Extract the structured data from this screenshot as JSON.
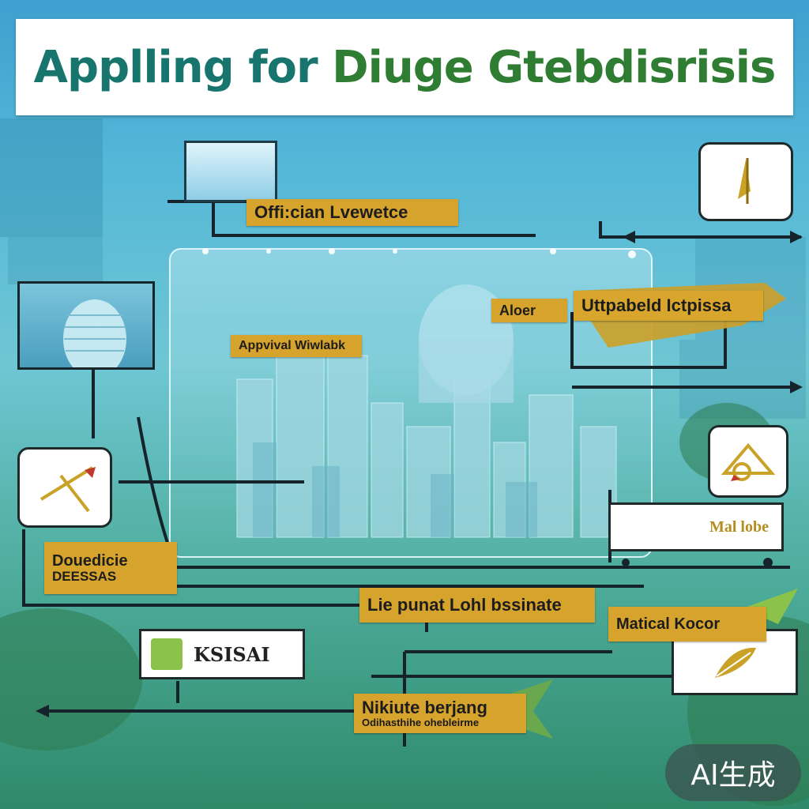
{
  "title": "Applling for ",
  "title_highlight": "Diuge Gtebdisrisis",
  "labels": {
    "official_lvewetce": "Offi:cian Lvewetce",
    "aloer": "Aloer",
    "uttpabeld": "Uttpabeld Ictpissa",
    "approval": "Appvival Wiwlabk",
    "left_box_line1": "Douedicie",
    "left_box_line2": "DEESSAS",
    "lie_punat": "Lie punat  Lohl bssinate",
    "matical": "Matical Kocor",
    "nikiute": "Nikiute berjang",
    "nikiute_sub": "Odihasthihe ohebleirme",
    "white_box_right": "Mal lobe",
    "white_box_bottom": "KSISAI"
  },
  "icons": [
    "document-icon",
    "hand-pointer-icon",
    "tools-icon",
    "hand-stamp-icon",
    "leaf-icon",
    "tree-icon",
    "building-icon"
  ],
  "colors": {
    "title_text": "#17756d",
    "label_gold": "#d6a32c",
    "line_dark": "#15232a",
    "accent_green": "#8bc34a"
  },
  "watermark": "AI生成"
}
